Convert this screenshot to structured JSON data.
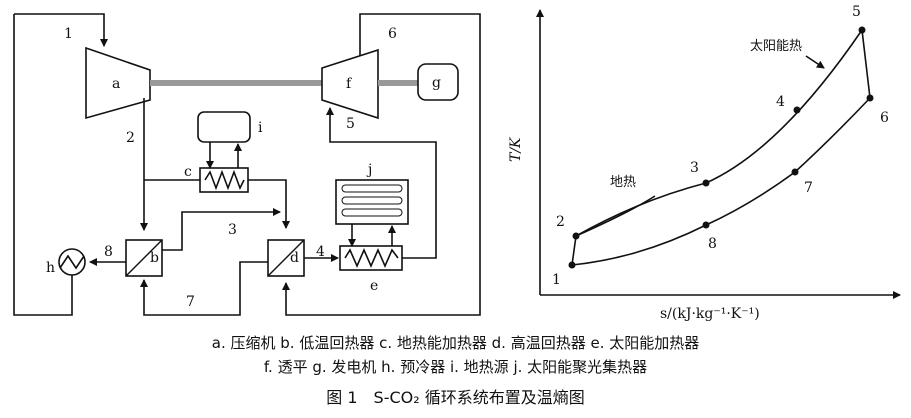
{
  "schematic": {
    "components": {
      "a": "a",
      "b": "b",
      "c": "c",
      "d": "d",
      "e": "e",
      "f": "f",
      "g": "g",
      "h": "h",
      "i": "i",
      "j": "j"
    },
    "streams": [
      "1",
      "2",
      "3",
      "4",
      "5",
      "6",
      "7",
      "8"
    ]
  },
  "ts_diagram": {
    "y_axis": "T/K",
    "x_axis": "s/(kJ·kg⁻¹·K⁻¹)",
    "solar_label": "太阳能热",
    "geo_label": "地热",
    "state_points": [
      "1",
      "2",
      "3",
      "4",
      "5",
      "6",
      "7",
      "8"
    ]
  },
  "caption": {
    "line1": "a. 压缩机  b. 低温回热器  c. 地热能加热器  d. 高温回热器  e. 太阳能加热器",
    "line2": "f. 透平  g. 发电机  h. 预冷器  i. 地热源  j. 太阳能聚光集热器",
    "title": "图 1　S-CO₂ 循环系统布置及温熵图"
  }
}
